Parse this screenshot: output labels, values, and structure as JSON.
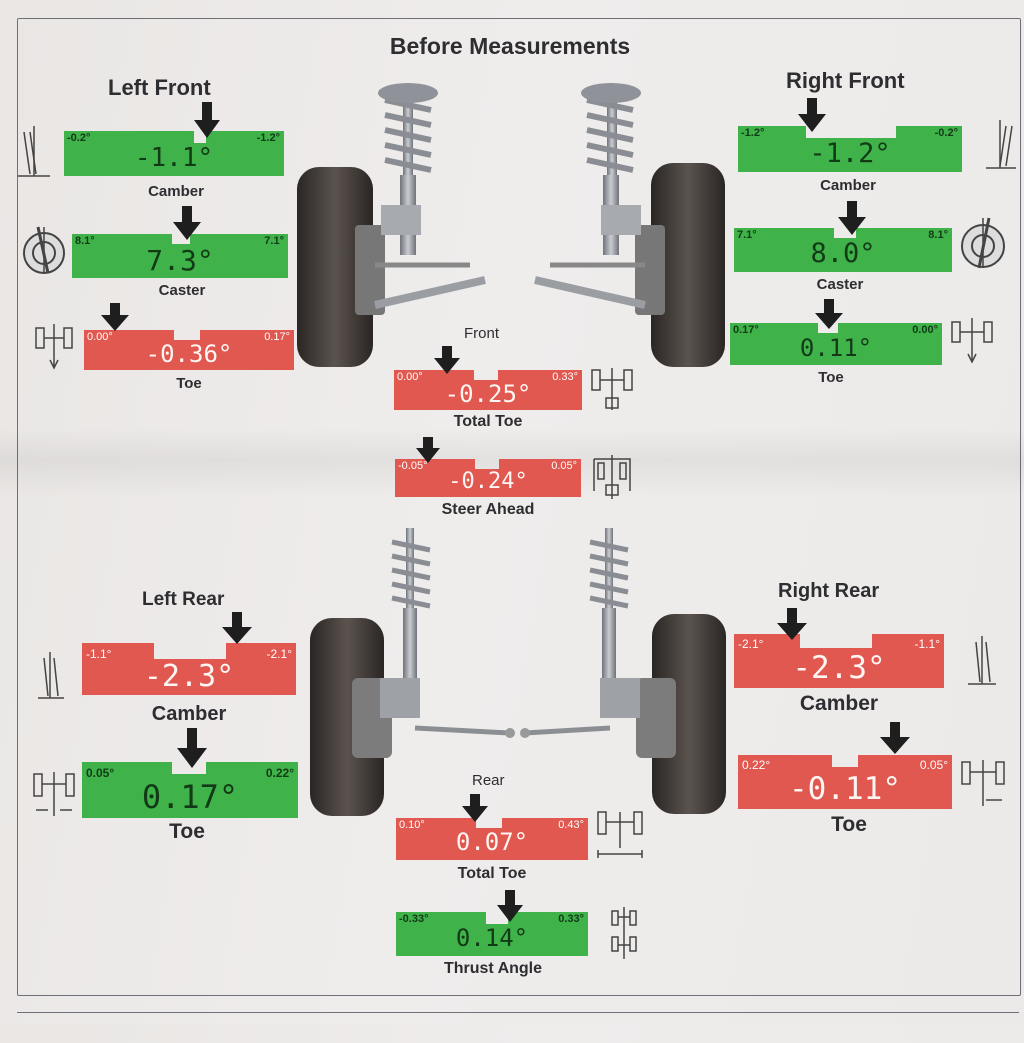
{
  "title": "Before Measurements",
  "colors": {
    "in_spec": "#3fb34a",
    "out_of_spec": "#e0584f"
  },
  "front": {
    "left": {
      "heading": "Left Front",
      "camber": {
        "label": "Camber",
        "value": "-1.1°",
        "min": "-0.2°",
        "max": "-1.2°",
        "status": "in_spec"
      },
      "caster": {
        "label": "Caster",
        "value": "7.3°",
        "min": "8.1°",
        "max": "7.1°",
        "status": "in_spec"
      },
      "toe": {
        "label": "Toe",
        "value": "-0.36°",
        "min": "0.00°",
        "max": "0.17°",
        "status": "out_of_spec"
      }
    },
    "right": {
      "heading": "Right Front",
      "camber": {
        "label": "Camber",
        "value": "-1.2°",
        "min": "-1.2°",
        "max": "-0.2°",
        "status": "in_spec"
      },
      "caster": {
        "label": "Caster",
        "value": "8.0°",
        "min": "7.1°",
        "max": "8.1°",
        "status": "in_spec"
      },
      "toe": {
        "label": "Toe",
        "value": "0.11°",
        "min": "0.17°",
        "max": "0.00°",
        "status": "in_spec"
      }
    },
    "section_label": "Front",
    "total_toe": {
      "label": "Total Toe",
      "value": "-0.25°",
      "min": "0.00°",
      "max": "0.33°",
      "status": "out_of_spec"
    },
    "steer_ahead": {
      "label": "Steer Ahead",
      "value": "-0.24°",
      "min": "-0.05°",
      "max": "0.05°",
      "status": "out_of_spec"
    }
  },
  "rear": {
    "left": {
      "heading": "Left Rear",
      "camber": {
        "label": "Camber",
        "value": "-2.3°",
        "min": "-1.1°",
        "max": "-2.1°",
        "status": "out_of_spec"
      },
      "toe": {
        "label": "Toe",
        "value": "0.17°",
        "min": "0.05°",
        "max": "0.22°",
        "status": "in_spec"
      }
    },
    "right": {
      "heading": "Right Rear",
      "camber": {
        "label": "Camber",
        "value": "-2.3°",
        "min": "-2.1°",
        "max": "-1.1°",
        "status": "out_of_spec"
      },
      "toe": {
        "label": "Toe",
        "value": "-0.11°",
        "min": "0.22°",
        "max": "0.05°",
        "status": "out_of_spec"
      }
    },
    "section_label": "Rear",
    "total_toe": {
      "label": "Total Toe",
      "value": "0.07°",
      "min": "0.10°",
      "max": "0.43°",
      "status": "out_of_spec"
    },
    "thrust_angle": {
      "label": "Thrust Angle",
      "value": "0.14°",
      "min": "-0.33°",
      "max": "0.33°",
      "status": "in_spec"
    }
  },
  "icons": {
    "camber": "camber-icon",
    "caster": "caster-wheel-icon",
    "toe": "toe-icon",
    "total_toe": "total-toe-icon",
    "steer_ahead": "steer-ahead-icon",
    "thrust_angle": "thrust-angle-icon",
    "indicator": "down-arrow-icon"
  }
}
